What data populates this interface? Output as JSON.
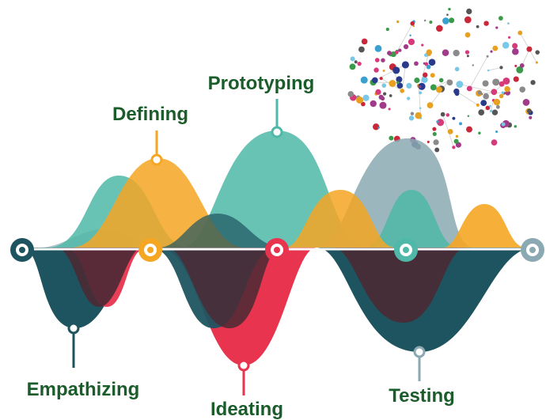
{
  "stages": [
    {
      "key": "empathizing",
      "label": "Empathizing",
      "color": "#1e5460"
    },
    {
      "key": "defining",
      "label": "Defining",
      "color": "#f5a623"
    },
    {
      "key": "ideating",
      "label": "Ideating",
      "color": "#e8344e"
    },
    {
      "key": "prototyping",
      "label": "Prototyping",
      "color": "#4fb8a8"
    },
    {
      "key": "testing",
      "label": "Testing",
      "color": "#8aa9b2"
    }
  ],
  "label_color": "#1a5c2a",
  "overlap_color": "#4a2a35",
  "axis_color": "#ffffff",
  "network_colors": [
    "#d63a7a",
    "#a23a8a",
    "#e8a020",
    "#3aa0d0",
    "#2a3a8a",
    "#3a9a4a",
    "#8a8a8a",
    "#c8283a",
    "#7ac8e8",
    "#555555"
  ]
}
